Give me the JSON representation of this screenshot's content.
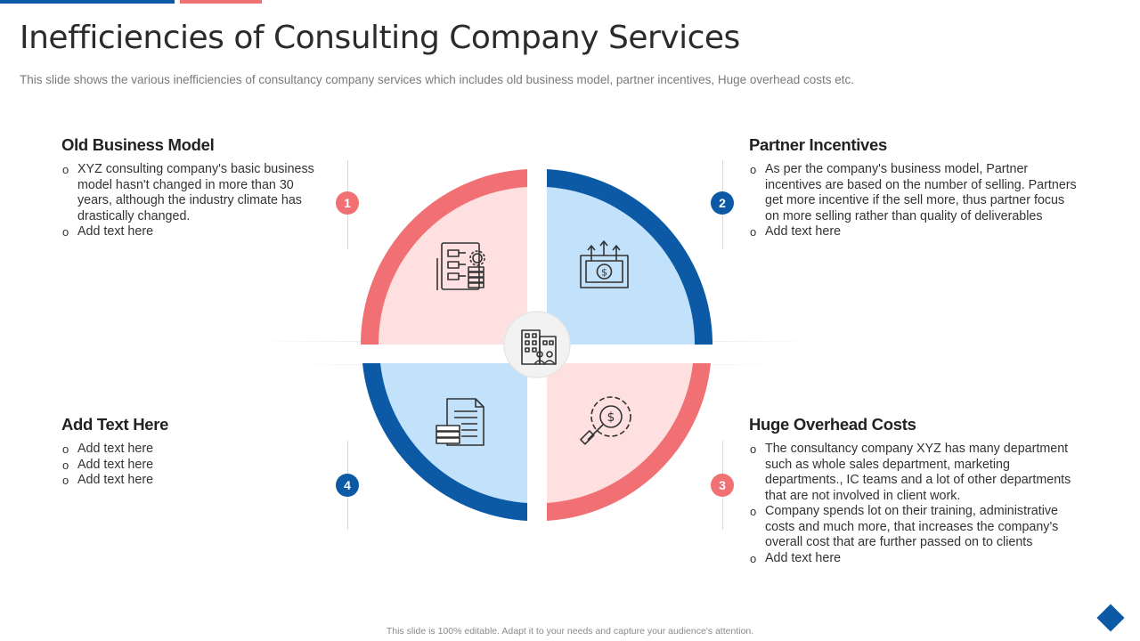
{
  "header": {
    "title": "Inefficiencies of Consulting Company Services",
    "subtitle": "This slide shows the various inefficiencies of consultancy company services which includes old business model, partner incentives, Huge overhead costs etc."
  },
  "sections": [
    {
      "number": "1",
      "heading": "Old Business Model",
      "bullets": [
        "XYZ consulting company's basic business model hasn't changed in more than 30 years, although the industry climate has drastically changed.",
        "Add text here"
      ],
      "icon": "flowchart-document-gear-icon"
    },
    {
      "number": "2",
      "heading": "Partner Incentives",
      "bullets": [
        "As per the company's business model, Partner incentives are based on the number of selling. Partners get more incentive if the sell more, thus partner focus on more selling rather than quality of deliverables",
        "Add text here"
      ],
      "icon": "money-growth-icon"
    },
    {
      "number": "3",
      "heading": "Huge Overhead Costs",
      "bullets": [
        "The consultancy company XYZ has many department such as whole sales department, marketing departments., IC teams and a lot of other departments that are not involved in client work.",
        "Company spends lot on their training, administrative costs and much more, that increases the company's overall cost that are further passed on to clients",
        "Add text here"
      ],
      "icon": "gear-dollar-magnifier-icon"
    },
    {
      "number": "4",
      "heading": "Add Text Here",
      "bullets": [
        "Add text here",
        "Add text here",
        "Add text here"
      ],
      "icon": "document-coins-icon"
    }
  ],
  "center_icon": "office-building-icon",
  "footer": "This slide is 100% editable. Adapt it to your needs and capture your audience's attention.",
  "colors": {
    "blue": "#0c5aa6",
    "coral": "#f07073",
    "light_blue": "#c2e2fb",
    "light_pink": "#fde0df"
  }
}
